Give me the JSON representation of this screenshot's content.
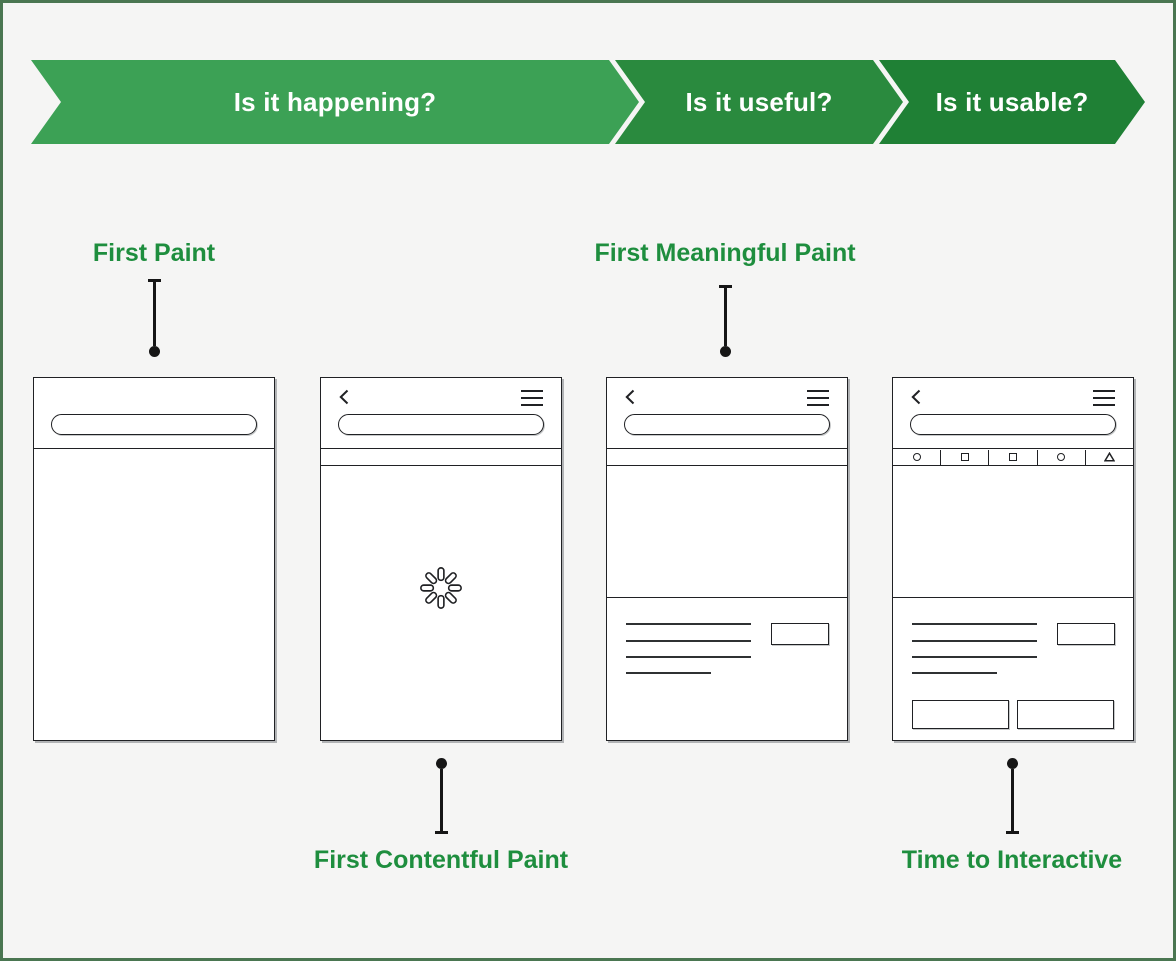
{
  "banner": {
    "chevrons": [
      {
        "label": "Is it happening?"
      },
      {
        "label": "Is it useful?"
      },
      {
        "label": "Is it usable?"
      }
    ]
  },
  "metrics": [
    {
      "label": "First Paint",
      "position": "above",
      "points_to": "blank-screen"
    },
    {
      "label": "First Contentful Paint",
      "position": "below",
      "points_to": "loading-screen"
    },
    {
      "label": "First Meaningful Paint",
      "position": "above",
      "points_to": "content-screen"
    },
    {
      "label": "Time to Interactive",
      "position": "below",
      "points_to": "interactive-screen"
    }
  ],
  "phones": [
    {
      "name": "blank-screen",
      "features": [
        "url-bar"
      ]
    },
    {
      "name": "loading-screen",
      "features": [
        "back-icon",
        "hamburger-menu-icon",
        "url-bar",
        "loading-spinner"
      ]
    },
    {
      "name": "content-screen",
      "features": [
        "back-icon",
        "hamburger-menu-icon",
        "url-bar",
        "hero-block",
        "text-lines",
        "button"
      ]
    },
    {
      "name": "interactive-screen",
      "features": [
        "back-icon",
        "hamburger-menu-icon",
        "url-bar",
        "tab-toolbar",
        "hero-block",
        "text-lines",
        "button",
        "two-bottom-buttons"
      ]
    }
  ],
  "toolbar_icons": [
    "circle",
    "square",
    "square",
    "circle",
    "triangle"
  ],
  "colors": {
    "background": "#f5f5f4",
    "frame_border_green": "#4a7651",
    "chevron_1": "#3ca155",
    "chevron_2": "#2a8a3e",
    "chevron_3": "#1f8035",
    "label_green": "#1e8e3e",
    "wireframe_stroke": "#202124"
  }
}
